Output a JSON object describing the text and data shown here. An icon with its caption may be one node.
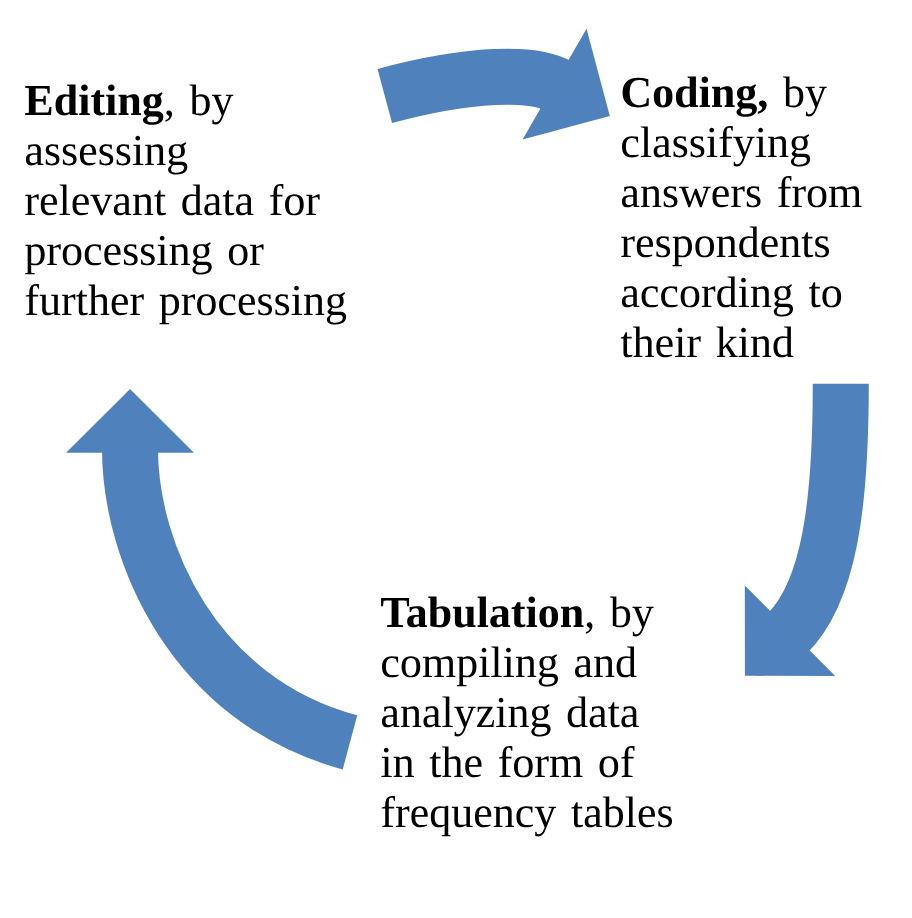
{
  "diagram": {
    "nodes": [
      {
        "text": [
          "**Editing**, by assessing relevant data for processing or further processing"
        ]
      },
      {
        "text": [
          "**Coding,** by classifying answers from respondents according to their kind"
        ]
      },
      {
        "text": [
          "**Tabulation**, by compiling and analyzing data in the form of frequency tables"
        ]
      }
    ],
    "edges": [
      {
        "from": 0,
        "to": 1,
        "arrow": "to"
      },
      {
        "from": 1,
        "to": 2,
        "arrow": "to"
      },
      {
        "from": 2,
        "to": 0,
        "arrow": "to"
      }
    ]
  }
}
